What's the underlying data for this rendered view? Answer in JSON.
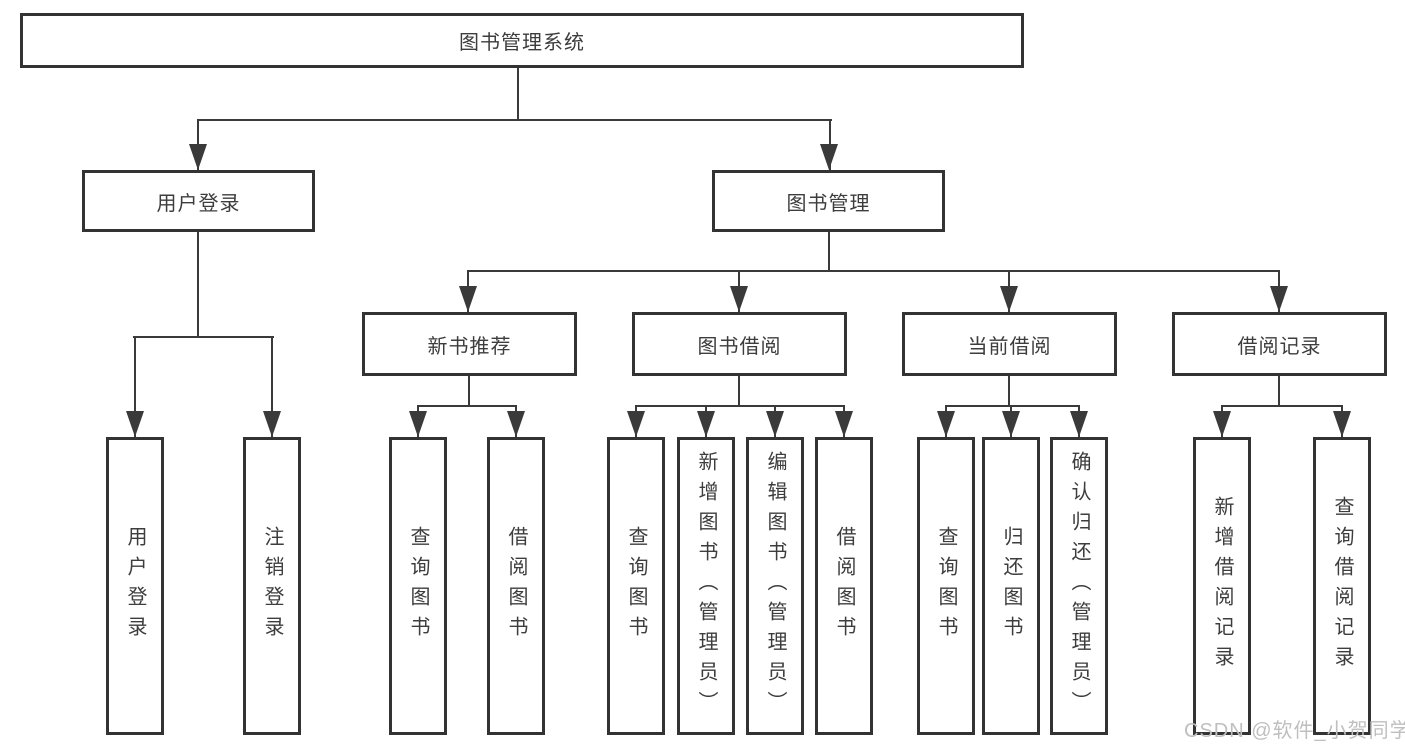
{
  "diagram": {
    "type": "hierarchy-tree",
    "root": "图书管理系统",
    "userLogin": {
      "label": "用户登录",
      "children": [
        "用户登录",
        "注销登录"
      ]
    },
    "bookManagement": {
      "label": "图书管理",
      "sections": [
        {
          "label": "新书推荐",
          "children": [
            "查询图书",
            "借阅图书"
          ]
        },
        {
          "label": "图书借阅",
          "children": [
            "查询图书",
            "新增图书（管理员）",
            "编辑图书（管理员）",
            "借阅图书"
          ]
        },
        {
          "label": "当前借阅",
          "children": [
            "查询图书",
            "归还图书",
            "确认归还（管理员）"
          ]
        },
        {
          "label": "借阅记录",
          "children": [
            "新增借阅记录",
            "查询借阅记录"
          ]
        }
      ]
    }
  },
  "watermark": {
    "text": "CSDN @软件_小贺同学"
  },
  "colors": {
    "line": "#3a3a3a",
    "border": "#333333",
    "text": "#3d3d3d",
    "background": "#ffffff",
    "watermark": "#bfbfbf"
  }
}
